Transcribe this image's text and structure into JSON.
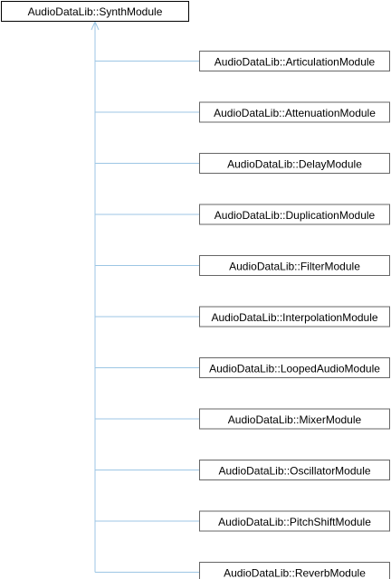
{
  "diagram": {
    "type": "inheritance-graph",
    "base_class": "AudioDataLib::SynthModule",
    "derived_classes": [
      "AudioDataLib::ArticulationModule",
      "AudioDataLib::AttenuationModule",
      "AudioDataLib::DelayModule",
      "AudioDataLib::DuplicationModule",
      "AudioDataLib::FilterModule",
      "AudioDataLib::InterpolationModule",
      "AudioDataLib::LoopedAudioModule",
      "AudioDataLib::MixerModule",
      "AudioDataLib::OscillatorModule",
      "AudioDataLib::PitchShiftModule",
      "AudioDataLib::ReverbModule"
    ],
    "colors": {
      "edge": "#9cc6e4",
      "base_border": "#000000",
      "child_border": "#666666",
      "text": "#000000"
    }
  }
}
